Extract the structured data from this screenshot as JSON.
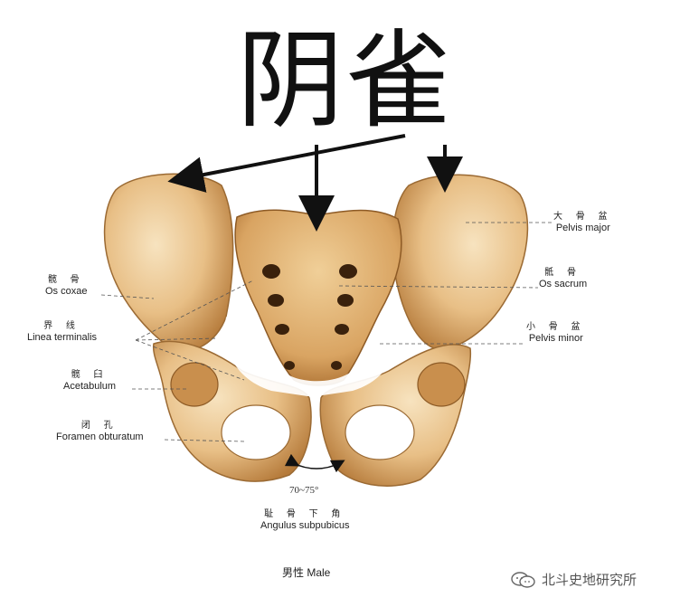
{
  "title": "阴雀",
  "labels": {
    "os_coxae": {
      "zh": "髋 骨",
      "en": "Os coxae"
    },
    "linea_terminalis": {
      "zh": "界 线",
      "en": "Linea terminalis"
    },
    "acetabulum": {
      "zh": "髋 臼",
      "en": "Acetabulum"
    },
    "foramen_obturatum": {
      "zh": "闭 孔",
      "en": "Foramen obturatum"
    },
    "pelvis_major": {
      "zh": "大 骨 盆",
      "en": "Pelvis major"
    },
    "os_sacrum": {
      "zh": "骶 骨",
      "en": "Os sacrum"
    },
    "pelvis_minor": {
      "zh": "小 骨 盆",
      "en": "Pelvis minor"
    },
    "angulus_subpubicus": {
      "zh": "耻 骨 下 角",
      "en": "Angulus subpubicus"
    }
  },
  "angle_range": "70~75°",
  "caption": "男性 Male",
  "watermark": "北斗史地研究所",
  "icons": {
    "watermark": "wechat-icon"
  },
  "colors": {
    "bone_light": "#f3d9ac",
    "bone_mid": "#e3b476",
    "bone_dark": "#b9803f",
    "ink": "#111111"
  }
}
